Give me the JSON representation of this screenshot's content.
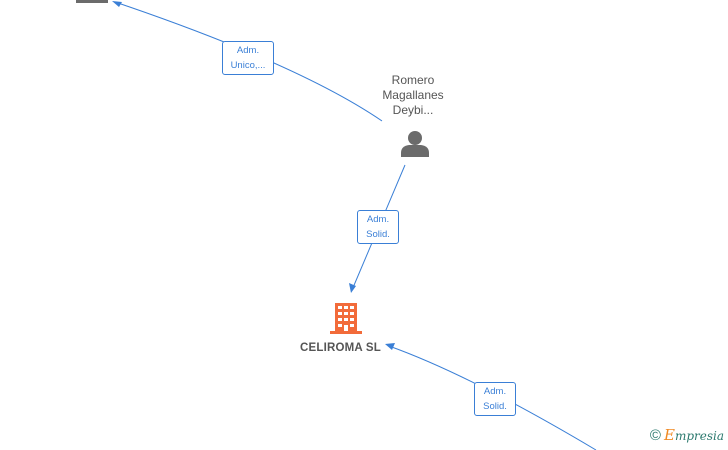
{
  "nodes": {
    "person": {
      "name_lines": [
        "Romero",
        "Magallanes",
        "Deybi..."
      ]
    },
    "company": {
      "name": "CELIROMA  SL"
    }
  },
  "edges": [
    {
      "label_lines": [
        "Adm.",
        "Unico,..."
      ]
    },
    {
      "label_lines": [
        "Adm.",
        "Solid."
      ]
    },
    {
      "label_lines": [
        "Adm.",
        "Solid."
      ]
    }
  ],
  "watermark": {
    "symbol": "©",
    "brand_initial": "E",
    "brand_rest": "mpresia"
  },
  "colors": {
    "edge": "#3a7fd6",
    "company_icon": "#f26b3a",
    "person_icon": "#6b6b6b",
    "node_text": "#555555"
  }
}
